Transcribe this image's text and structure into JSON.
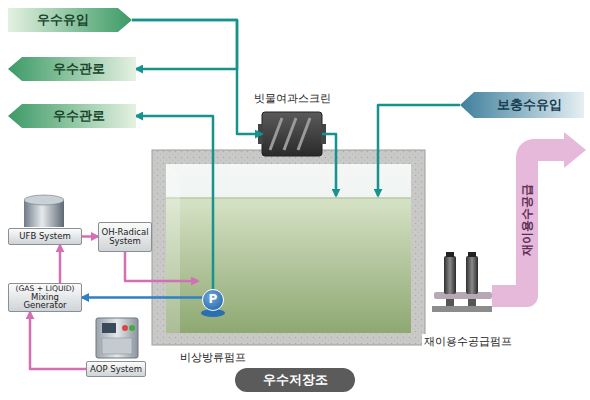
{
  "diagram": {
    "nodes": [
      {
        "text": [
          "우수유입"
        ]
      },
      {
        "text": [
          "우수관로"
        ]
      },
      {
        "text": [
          "우수관로"
        ]
      },
      {
        "text": [
          "보충수유입"
        ]
      },
      {
        "text": [
          "빗물여과스크린"
        ]
      },
      {
        "text": [
          "우수저장조"
        ]
      },
      {
        "text": [
          "P",
          "비상방류펌프"
        ],
        "in": 5
      },
      {
        "text": [
          "재이용수공급펌프"
        ]
      },
      {
        "text": [
          "재이용수공급"
        ]
      },
      {
        "text": [
          "UFB System"
        ]
      },
      {
        "text": [
          "OH-Radical System"
        ]
      },
      {
        "text": [
          "(GAS + LIQUID)",
          "Mixing Generator"
        ]
      },
      {
        "text": [
          "AOP System"
        ]
      }
    ],
    "edges": [
      {
        "from": 0,
        "to": 4,
        "arrow": "to"
      },
      {
        "from": 0,
        "to": 1,
        "arrow": "to"
      },
      {
        "from": 6,
        "to": 2,
        "arrow": "to"
      },
      {
        "from": 4,
        "to": 5,
        "arrow": "to"
      },
      {
        "from": 3,
        "to": 5,
        "arrow": "to"
      },
      {
        "from": 6,
        "to": 11,
        "arrow": "to"
      },
      {
        "from": 12,
        "to": 11,
        "arrow": "to"
      },
      {
        "from": 11,
        "to": 9,
        "arrow": "to"
      },
      {
        "from": 9,
        "to": 10,
        "arrow": "to"
      },
      {
        "from": 10,
        "to": 5,
        "arrow": "to"
      },
      {
        "from": 7,
        "to": 8,
        "arrow": "none"
      }
    ]
  }
}
